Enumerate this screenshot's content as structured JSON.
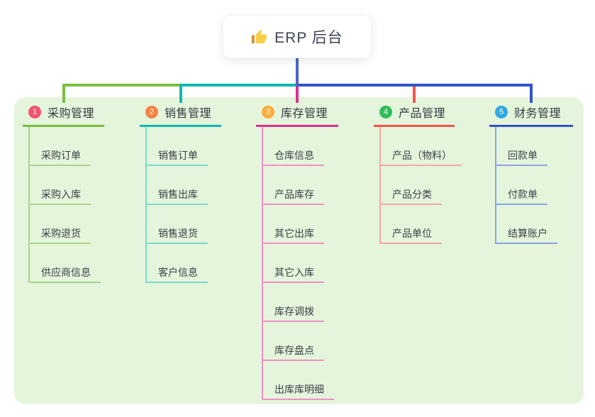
{
  "root": {
    "label": "ERP 后台",
    "icon": "thumbs-up-icon"
  },
  "colors": {
    "page_bg": "#FFFFFF",
    "panel_bg": "#E4F5DC",
    "card_bg": "#FFFFFF",
    "trunk": "#4C63C6",
    "root_text": "#3E4456",
    "title_text": "#33383F",
    "child_text": "#3B4046",
    "thumb_yellow": "#F7CE47",
    "thumb_sleeve": "#CE8F35"
  },
  "branches": [
    {
      "index": "1",
      "title": "采购管理",
      "badge_color": "#F3536F",
      "main_color": "#7CBE3F",
      "light_color": "#ABD488",
      "children": [
        "采购订单",
        "采购入库",
        "采购退货",
        "供应商信息"
      ]
    },
    {
      "index": "2",
      "title": "销售管理",
      "badge_color": "#F6823E",
      "main_color": "#12B7AE",
      "light_color": "#7ED8D0",
      "children": [
        "销售订单",
        "销售出库",
        "销售退货",
        "客户信息"
      ]
    },
    {
      "index": "3",
      "title": "库存管理",
      "badge_color": "#FAAD3D",
      "main_color": "#DA3090",
      "light_color": "#F090C6",
      "children": [
        "仓库信息",
        "产品库存",
        "其它出库",
        "其它入库",
        "库存调拨",
        "库存盘点",
        "出库库明细"
      ]
    },
    {
      "index": "4",
      "title": "产品管理",
      "badge_color": "#2FBD5A",
      "main_color": "#F2534B",
      "light_color": "#F8A7A1",
      "children": [
        "产品（物料）",
        "产品分类",
        "产品单位"
      ]
    },
    {
      "index": "5",
      "title": "财务管理",
      "badge_color": "#30A9E0",
      "main_color": "#3154C8",
      "light_color": "#8CA4E6",
      "children": [
        "回款单",
        "付款单",
        "结算账户"
      ]
    }
  ]
}
